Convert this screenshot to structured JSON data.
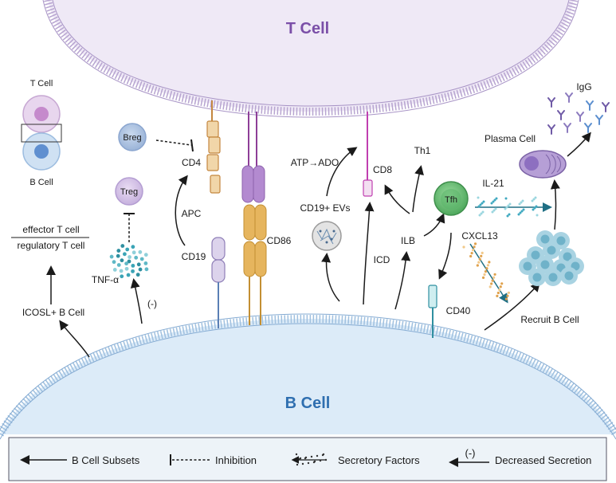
{
  "titles": {
    "t_cell": "T Cell",
    "b_cell": "B Cell"
  },
  "inset": {
    "top": "T Cell",
    "bottom": "B Cell"
  },
  "cells": {
    "breg": "Breg",
    "treg": "Treg",
    "tfh": "Tfh"
  },
  "labels": {
    "effector": "effector T cell",
    "regulatory": "regulatory T cell",
    "icosl": "ICOSL+ B Cell",
    "tnf": "TNF-α",
    "minus": "(-)",
    "cd4": "CD4",
    "apc": "APC",
    "cd19": "CD19",
    "cd86": "CD86",
    "atp": "ATP→ADO",
    "evs": "CD19+ EVs",
    "cd8": "CD8",
    "icd": "ICD",
    "th1": "Th1",
    "ilb": "ILB",
    "il21": "IL-21",
    "cxcl13": "CXCL13",
    "cd40": "CD40",
    "plasma": "Plasma Cell",
    "igg": "IgG",
    "recruit": "Recruit B Cell"
  },
  "legend": {
    "subsets": "B Cell Subsets",
    "inhibition": "Inhibition",
    "secretory": "Secretory Factors",
    "minus": "(-)",
    "decreased": "Decreased Secretion"
  },
  "colors": {
    "t_cell_fill": "#ebe4f4",
    "b_cell_fill": "#dcebf8",
    "tfh": "#6cc27a",
    "plasma": "#8b73b8",
    "cd86": "#e0b458",
    "accent_teal": "#2f8fa0"
  }
}
